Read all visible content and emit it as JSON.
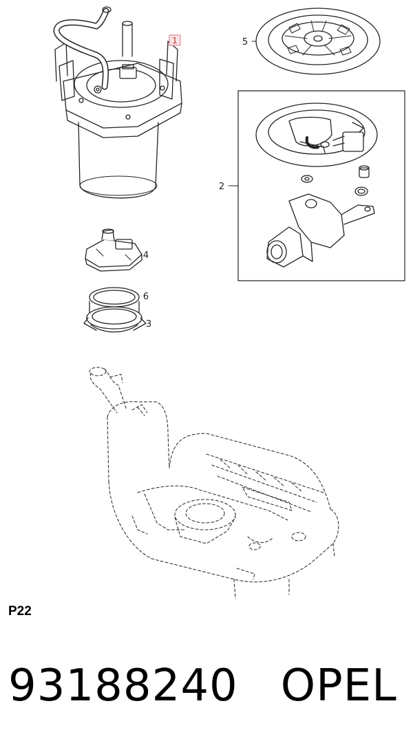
{
  "diagram": {
    "callouts": {
      "c1": "1",
      "c2": "2",
      "c3": "3",
      "c4": "4",
      "c5": "5",
      "c6": "6"
    },
    "code": "P22"
  },
  "footer": {
    "part_number": "93188240",
    "brand": "OPEL"
  },
  "colors": {
    "highlight_fill": "#fbe3e8",
    "highlight_border": "#d9778a",
    "highlight_text": "#c0392b",
    "line": "#222222"
  }
}
